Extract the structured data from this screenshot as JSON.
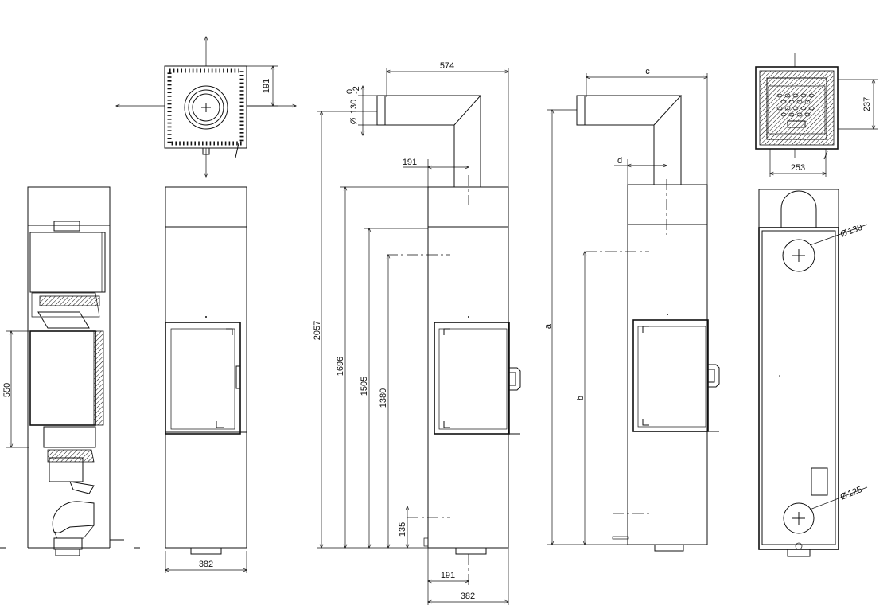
{
  "dimensions": {
    "top_offset": "191",
    "pipe_total_width": "574",
    "pipe_diameter": "130",
    "pipe_diameter_tol_upper": "0",
    "pipe_diameter_tol_lower": "-2",
    "flue_offset": "191",
    "total_height": "2057",
    "body_height": "1696",
    "rear_outlet_height": "1505",
    "pipe_axis_height": "1380",
    "air_inlet_height": "135",
    "bottom_offset": "191",
    "base_width": "382",
    "front_width": "382",
    "door_height": "550",
    "back_top_offset": "237",
    "back_width": "253",
    "rear_outlet_diameter": "130",
    "air_inlet_diameter": "125"
  },
  "variables": {
    "c": "c",
    "d": "d",
    "a": "a",
    "b": "b"
  }
}
